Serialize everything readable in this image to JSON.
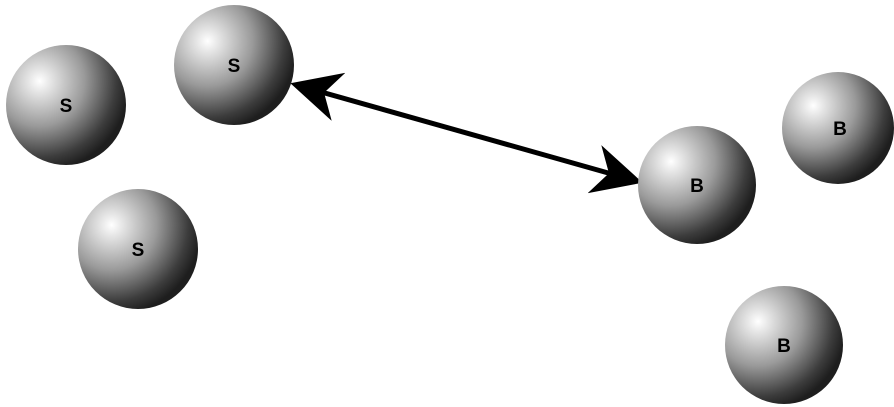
{
  "diagram": {
    "spheres": [
      {
        "label": "S"
      },
      {
        "label": "S"
      },
      {
        "label": "S"
      },
      {
        "label": "B"
      },
      {
        "label": "B"
      },
      {
        "label": "B"
      }
    ],
    "connector": {
      "kind": "double-headed-arrow",
      "from": "sphere-2",
      "to": "sphere-5"
    },
    "colors": {
      "sphere_highlight": "#ffffff",
      "sphere_mid": "#9a9a9a",
      "sphere_dark": "#2a2a2a",
      "arrow": "#000000",
      "label": "#000000"
    }
  }
}
